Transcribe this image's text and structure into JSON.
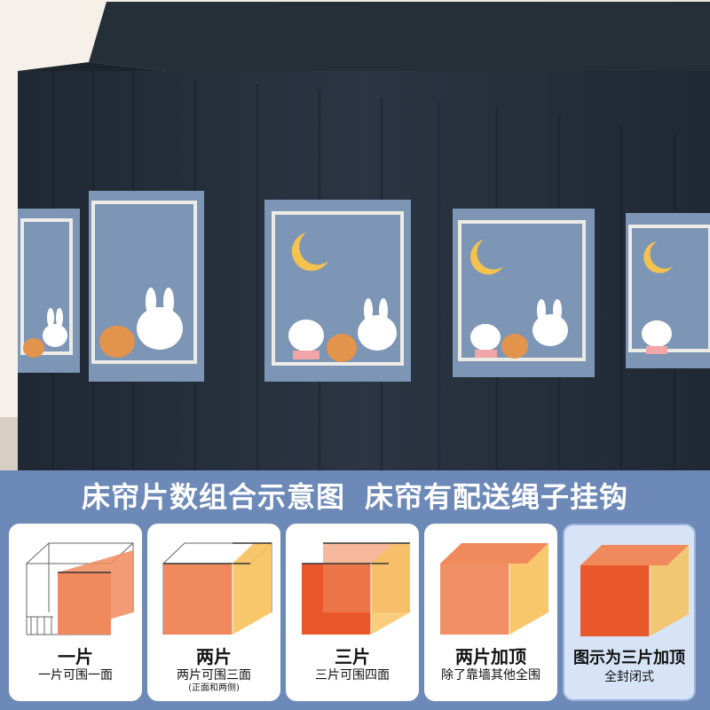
{
  "banner": {
    "left_title": "床帘片数组合示意图",
    "right_title": "床帘有配送绳子挂钩"
  },
  "options": [
    {
      "title": "一片",
      "subtitle": "一片可围一面",
      "note": "",
      "selected": false
    },
    {
      "title": "两片",
      "subtitle": "两片可围三面",
      "note": "(正面和两侧)",
      "selected": false
    },
    {
      "title": "三片",
      "subtitle": "三片可围四面",
      "note": "",
      "selected": false
    },
    {
      "title": "两片加顶",
      "subtitle": "除了靠墙其他全围",
      "note": "",
      "selected": false
    },
    {
      "title": "图示为三片加顶",
      "subtitle": "全封闭式",
      "note": "",
      "selected": true
    }
  ],
  "colors": {
    "canopy": "#253038",
    "curtain": "#2a3442",
    "window": "#7d96b5",
    "band": "#6d89b8",
    "orange": "#f08a5d",
    "orange_dark": "#e8582a",
    "yellow": "#f7c15b"
  }
}
